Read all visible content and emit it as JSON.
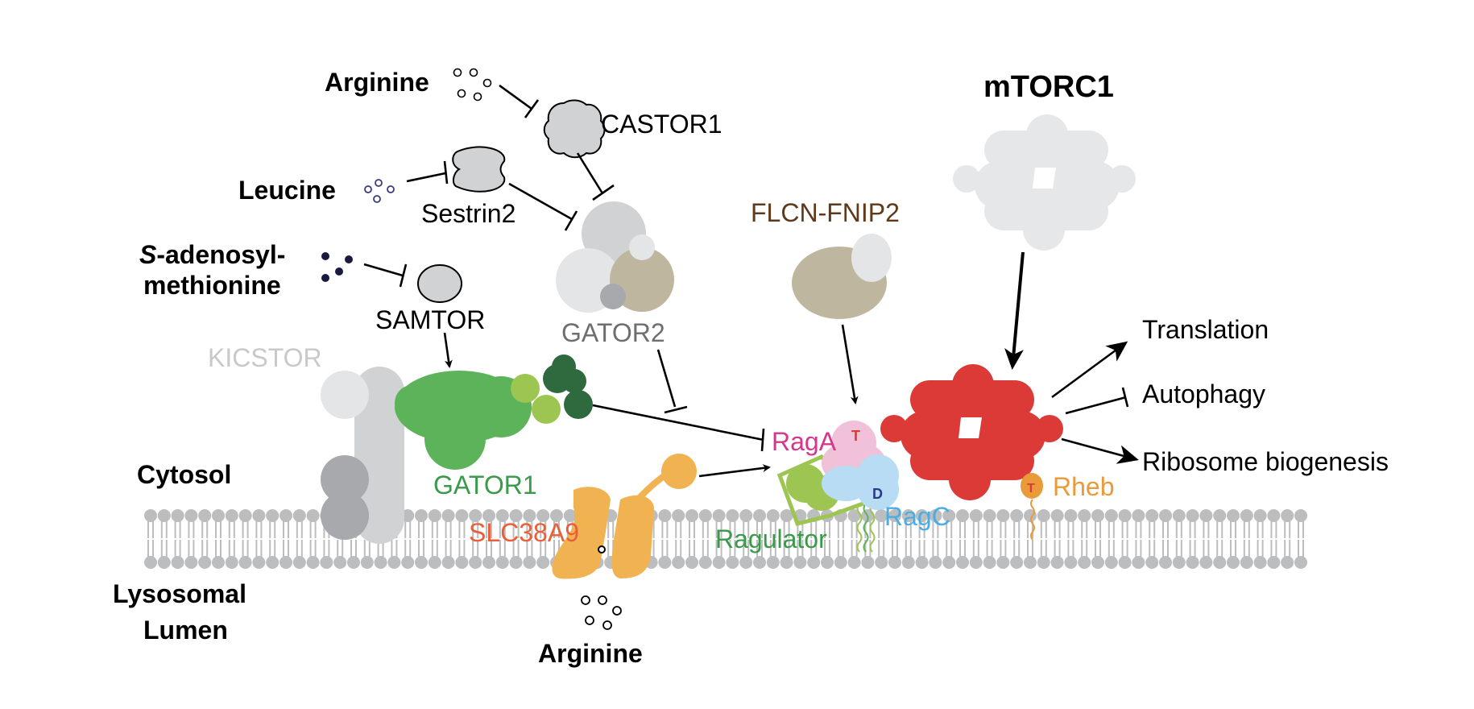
{
  "title": "mTORC1",
  "compartments": {
    "cytosol": "Cytosol",
    "lumen_line1": "Lysosomal",
    "lumen_line2": "Lumen"
  },
  "nutrients": {
    "arginine_top": "Arginine",
    "leucine": "Leucine",
    "sam_line1_italic": "S",
    "sam_line1_rest": "-adenosyl-",
    "sam_line2": "methionine",
    "arginine_bottom": "Arginine"
  },
  "proteins": {
    "castor1": {
      "label": "CASTOR1",
      "color": "#000000"
    },
    "sestrin2": {
      "label": "Sestrin2",
      "color": "#000000"
    },
    "samtor": {
      "label": "SAMTOR",
      "color": "#000000"
    },
    "gator2": {
      "label": "GATOR2",
      "color": "#6d6e70"
    },
    "kicstor": {
      "label": "KICSTOR",
      "color": "#c8c9cb"
    },
    "gator1": {
      "label": "GATOR1",
      "color": "#3a9a4a"
    },
    "slc38a9": {
      "label": "SLC38A9",
      "color": "#e8603a"
    },
    "flcn_fnip2": {
      "label": "FLCN-FNIP2",
      "color": "#5e3a1a"
    },
    "raga": {
      "label": "RagA",
      "color": "#d8368c",
      "nucleotide": "T"
    },
    "ragc": {
      "label": "RagC",
      "color": "#4aaee4",
      "nucleotide": "D"
    },
    "ragulator": {
      "label": "Ragulator",
      "color": "#3a9a4a"
    },
    "rheb": {
      "label": "Rheb",
      "color": "#eb9a3a",
      "nucleotide": "T"
    },
    "mtorc1_active_color": "#dc3a36",
    "mtorc1_inactive_color": "#e6e7e8"
  },
  "outputs": [
    {
      "label": "Translation",
      "effect": "activates"
    },
    {
      "label": "Autophagy",
      "effect": "inhibits"
    },
    {
      "label": "Ribosome biogenesis",
      "effect": "activates"
    }
  ]
}
